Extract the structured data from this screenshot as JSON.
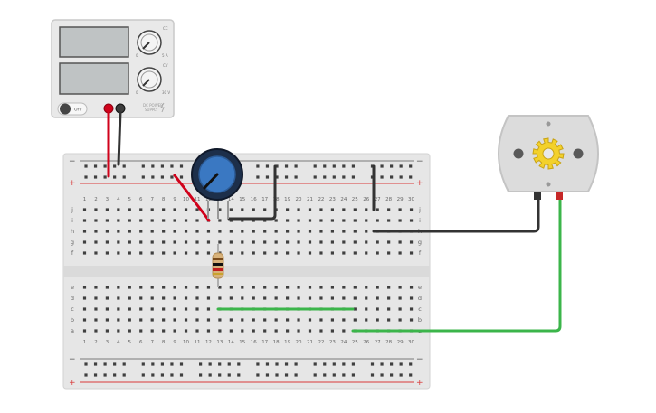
{
  "power_supply": {
    "off_label": "OFF",
    "brand_line1": "DC POWER",
    "brand_line2": "SUPPLY",
    "knob_top": {
      "label": "CC",
      "min_label": "0",
      "max_label": "5 A"
    },
    "knob_bottom": {
      "label": "CV",
      "min_label": "0",
      "max_label": "30 V"
    }
  },
  "breadboard": {
    "columns": [
      "1",
      "2",
      "3",
      "4",
      "5",
      "6",
      "7",
      "8",
      "9",
      "10",
      "11",
      "12",
      "13",
      "14",
      "15",
      "16",
      "17",
      "18",
      "19",
      "20",
      "21",
      "22",
      "23",
      "24",
      "25",
      "26",
      "27",
      "28",
      "29",
      "30"
    ],
    "rows_top": [
      "j",
      "i",
      "h",
      "g",
      "f"
    ],
    "rows_bottom": [
      "e",
      "d",
      "c",
      "b",
      "a"
    ],
    "rail_minus": "−",
    "rail_plus": "+"
  },
  "colors": {
    "wire_red": "#d0021b",
    "wire_black": "#333333",
    "wire_green": "#3bb54a",
    "rail_red": "#d93a3a",
    "board": "#e6e6e6",
    "supply_body": "#e9e9e9",
    "potentiometer": "#3a78c2",
    "gear": "#f3d12b"
  }
}
